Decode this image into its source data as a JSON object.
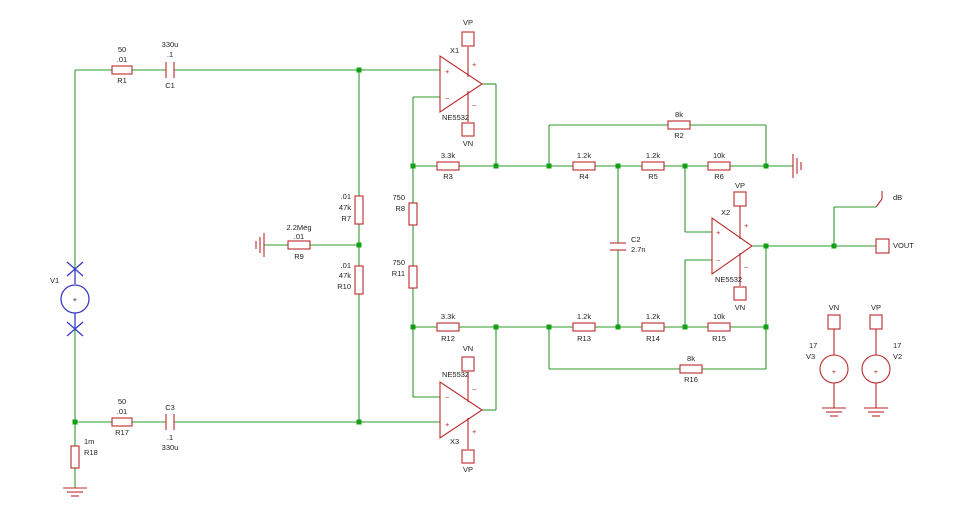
{
  "colors": {
    "wire": "#2e9a2e",
    "junction": "#14a014",
    "component": "#bb2a2a",
    "source_terminal": "#3a3ac8",
    "text": "#222222"
  },
  "components": {
    "R1": {
      "ref": "R1",
      "value": "50",
      "tol": ".01"
    },
    "C1": {
      "ref": "C1",
      "value": "330u",
      "tol": ".1"
    },
    "R17": {
      "ref": "R17",
      "value": "50",
      "tol": ".01"
    },
    "C3": {
      "ref": "C3",
      "value": "330u",
      "tol": ".1"
    },
    "R18": {
      "ref": "R18",
      "value": "1m"
    },
    "V1": {
      "ref": "V1"
    },
    "R7": {
      "ref": "R7",
      "value": "47k",
      "tol": ".01"
    },
    "R10": {
      "ref": "R10",
      "value": "47k",
      "tol": ".01"
    },
    "R9": {
      "ref": "R9",
      "value": "2.2Meg",
      "tol": ".01"
    },
    "R8": {
      "ref": "R8",
      "value": "750"
    },
    "R11": {
      "ref": "R11",
      "value": "750"
    },
    "R3": {
      "ref": "R3",
      "value": "3.3k"
    },
    "R12": {
      "ref": "R12",
      "value": "3.3k"
    },
    "R4": {
      "ref": "R4",
      "value": "1.2k"
    },
    "R5": {
      "ref": "R5",
      "value": "1.2k"
    },
    "R13": {
      "ref": "R13",
      "value": "1.2k"
    },
    "R14": {
      "ref": "R14",
      "value": "1.2k"
    },
    "R6": {
      "ref": "R6",
      "value": "10k"
    },
    "R15": {
      "ref": "R15",
      "value": "10k"
    },
    "R2": {
      "ref": "R2",
      "value": "8k"
    },
    "R16": {
      "ref": "R16",
      "value": "8k"
    },
    "C2": {
      "ref": "C2",
      "value": "2.7n"
    },
    "X1": {
      "ref": "X1",
      "part": "NE5532"
    },
    "X2": {
      "ref": "X2",
      "part": "NE5532"
    },
    "X3": {
      "ref": "X3",
      "part": "NE5532"
    },
    "V2": {
      "ref": "V2",
      "value": "17"
    },
    "V3": {
      "ref": "V3",
      "value": "17"
    }
  },
  "nets": {
    "vp": "VP",
    "vn": "VN",
    "vout": "VOUT",
    "db": "dB"
  },
  "symbols": {
    "plus": "+",
    "minus": "−"
  }
}
